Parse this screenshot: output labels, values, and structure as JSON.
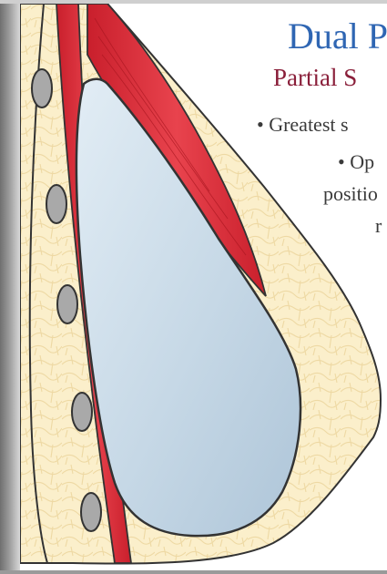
{
  "slide": {
    "title": "Dual P",
    "subtitle": "Partial S",
    "bullets": [
      "• Greatest s",
      "• Op",
      "positio",
      "r"
    ]
  },
  "palette": {
    "title_color": "#2f66b3",
    "subtitle_color": "#8a1f3a",
    "tissue_fill": "#fbefcb",
    "muscle_red": "#e0343f",
    "implant_blue": "#c9dbe8",
    "rib_gray": "#a9a9a9"
  }
}
